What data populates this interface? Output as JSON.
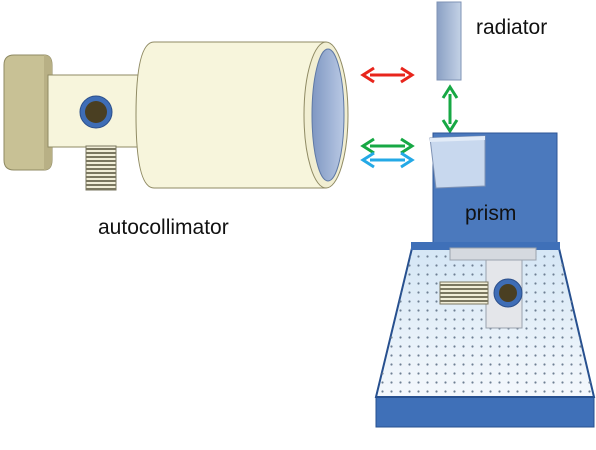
{
  "labels": {
    "autocollimator": "autocollimator",
    "radiator": "radiator",
    "prism": "prism"
  },
  "colors": {
    "body_fill": "#f7f5dc",
    "knob_fill": "#c8c195",
    "lens_fill": "#8ea4cc",
    "prism_fill": "#4b79bd",
    "radiator_fill": "#a9bcd8",
    "arrow_red": "#e8251c",
    "arrow_green": "#17a844",
    "arrow_blue": "#24a9e6",
    "table_fill": "#e3eef8",
    "table_base": "#3f70b8"
  }
}
